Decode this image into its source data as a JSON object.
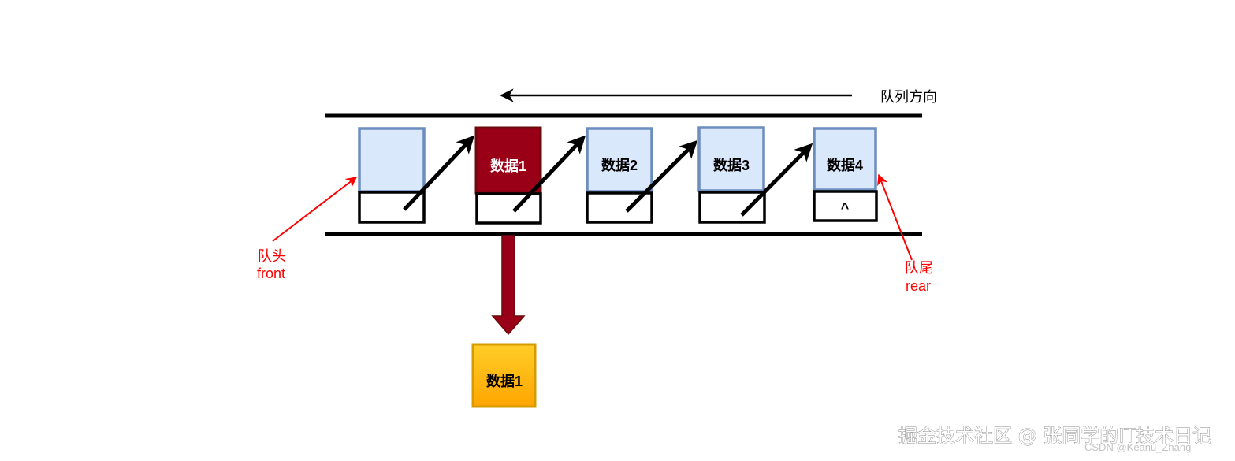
{
  "direction_label": "队列方向",
  "front_label": {
    "line1": "队头",
    "line2": "front"
  },
  "rear_label": {
    "line1": "队尾",
    "line2": "rear"
  },
  "nodes": [
    {
      "data": ""
    },
    {
      "data": "数据1"
    },
    {
      "data": "数据2"
    },
    {
      "data": "数据3"
    },
    {
      "data": "数据4",
      "pointer": "^"
    }
  ],
  "dequeued_node": "数据1",
  "watermark": {
    "main": "掘金技术社区 @ 张同学的IT技术日记",
    "small": "CSDN @Keanu_Zhang"
  },
  "colors": {
    "node_fill": "#dae8fc",
    "node_border": "#6c8ebf",
    "dequeue_fill": "#990017",
    "dequeue_border": "#6b0a0a",
    "result_fill_top": "#ffcd28",
    "result_fill_bottom": "#ffa500",
    "result_border": "#d79b00",
    "annotation_red": "#ff0000",
    "line_black": "#000000"
  }
}
